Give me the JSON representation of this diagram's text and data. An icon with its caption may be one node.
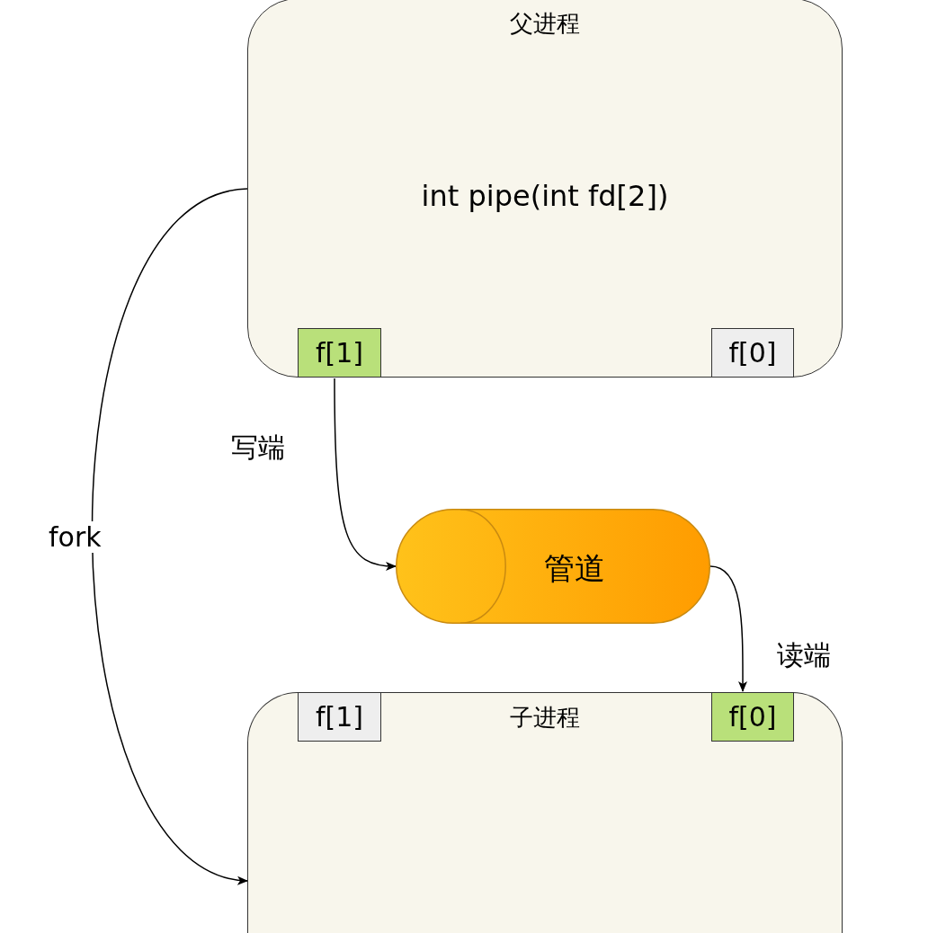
{
  "diagram": {
    "nodes": [
      {
        "text": [
          "父进程",
          "int pipe(int fd[2])"
        ]
      },
      {
        "text": [
          "f[1]"
        ],
        "in": 0
      },
      {
        "text": [
          "f[0]"
        ],
        "in": 0
      },
      {
        "text": [
          "管道"
        ]
      },
      {
        "text": [
          "子进程"
        ]
      },
      {
        "text": [
          "f[1]"
        ],
        "in": 4
      },
      {
        "text": [
          "f[0]"
        ],
        "in": 4
      }
    ],
    "edges": [
      {
        "from": 1,
        "to": 3,
        "arrow": "to",
        "label": "写端"
      },
      {
        "from": 3,
        "to": 6,
        "arrow": "to",
        "label": "读端"
      },
      {
        "from": 0,
        "to": 4,
        "arrow": "to",
        "label": "fork"
      }
    ]
  }
}
